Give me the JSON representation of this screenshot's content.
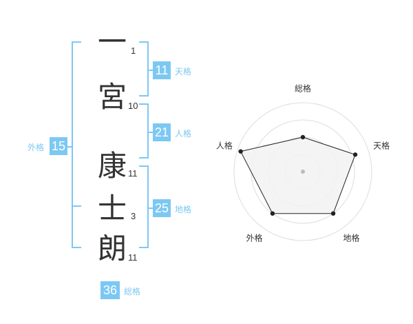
{
  "name": {
    "chars": [
      {
        "char": "一",
        "strokes": "1"
      },
      {
        "char": "宮",
        "strokes": "10"
      },
      {
        "char": "康",
        "strokes": "11"
      },
      {
        "char": "士",
        "strokes": "3"
      },
      {
        "char": "朗",
        "strokes": "11"
      }
    ]
  },
  "fortune": {
    "tenkaku": {
      "value": "11",
      "label": "天格"
    },
    "jinkaku": {
      "value": "21",
      "label": "人格"
    },
    "chikaku": {
      "value": "25",
      "label": "地格"
    },
    "gaikaku": {
      "value": "15",
      "label": "外格"
    },
    "soukaku": {
      "value": "36",
      "label": "総格"
    }
  },
  "chart_data": {
    "type": "radar",
    "axes": [
      "総格",
      "天格",
      "地格",
      "外格",
      "人格"
    ],
    "values": [
      0.5,
      0.8,
      0.75,
      0.75,
      0.95
    ],
    "rings": 4,
    "colors": {
      "fill": "#f2f2f2",
      "stroke": "#222222",
      "ring": "#dddddd",
      "point": "#222222",
      "center": "#bbbbbb"
    }
  },
  "colors": {
    "accent": "#7cc8f3",
    "text": "#333333"
  }
}
